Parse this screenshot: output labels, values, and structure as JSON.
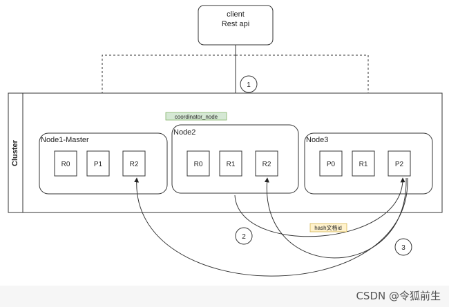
{
  "client": {
    "line1": "client",
    "line2": "Rest api"
  },
  "cluster_label": "Cluster",
  "coordinator_label": "coordinator_node",
  "hash_label": "hash文档id",
  "steps": [
    "1",
    "2",
    "3"
  ],
  "nodes": [
    {
      "name": "Node1-Master",
      "shards": [
        "R0",
        "P1",
        "R2"
      ]
    },
    {
      "name": "Node2",
      "shards": [
        "R0",
        "R1",
        "R2"
      ]
    },
    {
      "name": "Node3",
      "shards": [
        "P0",
        "R1",
        "P2"
      ]
    }
  ],
  "watermark": "CSDN @令狐前生",
  "colors": {
    "coordinator_bg": "#d5e8d4",
    "coordinator_border": "#82b366",
    "hash_bg": "#fff2cc",
    "hash_border": "#d6b656"
  }
}
